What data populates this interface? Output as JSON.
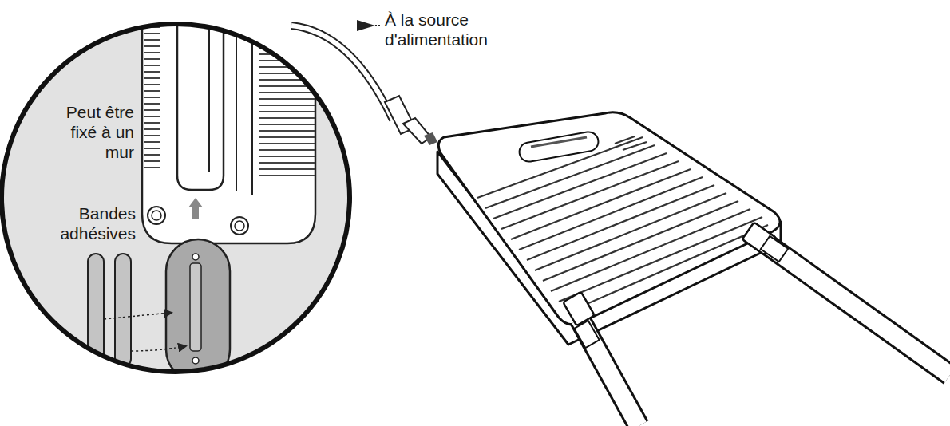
{
  "diagram": {
    "labels": [
      "À la source d'alimentation",
      "Peut être fixé à un mur",
      "Bandes adhésives"
    ]
  }
}
